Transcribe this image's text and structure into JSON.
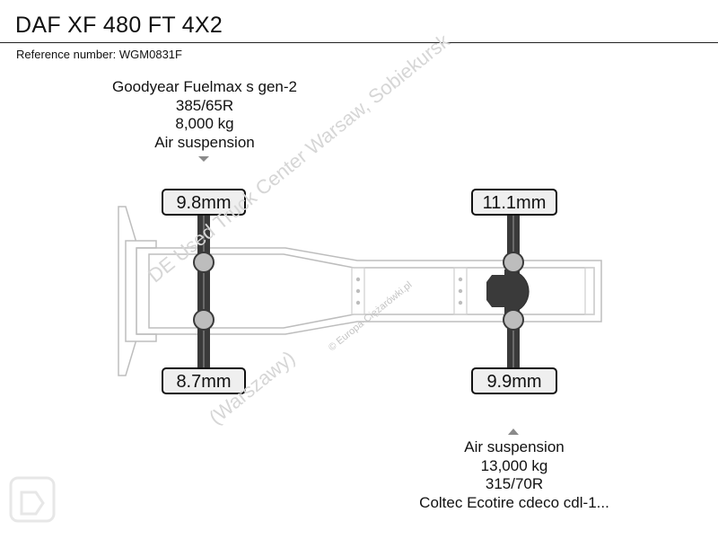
{
  "header": {
    "title": "DAF XF 480 FT 4X2",
    "reference": "Reference number: WGM0831F"
  },
  "front_axle": {
    "tyre": "Goodyear Fuelmax s gen-2",
    "size": "385/65R",
    "load": "8,000 kg",
    "suspension": "Air suspension",
    "tread_left": "9.8mm",
    "tread_right": "8.7mm"
  },
  "rear_axle": {
    "suspension": "Air suspension",
    "load": "13,000 kg",
    "size": "315/70R",
    "tyre": "Coltec Ecotire cdeco cdl-1...",
    "tread_left": "11.1mm",
    "tread_right": "9.9mm"
  },
  "watermark": {
    "line1": "DE Used Truck Center Warsaw, Sobiekursk",
    "line2": "(Warszawy)",
    "site": "© Europa-Ciężarówki.pl"
  },
  "colors": {
    "axle": "#3a3a3a",
    "frame_stroke": "#bdbdbd",
    "wheel_fill": "#bdbdbd",
    "tread_box_fill": "#efefef"
  }
}
